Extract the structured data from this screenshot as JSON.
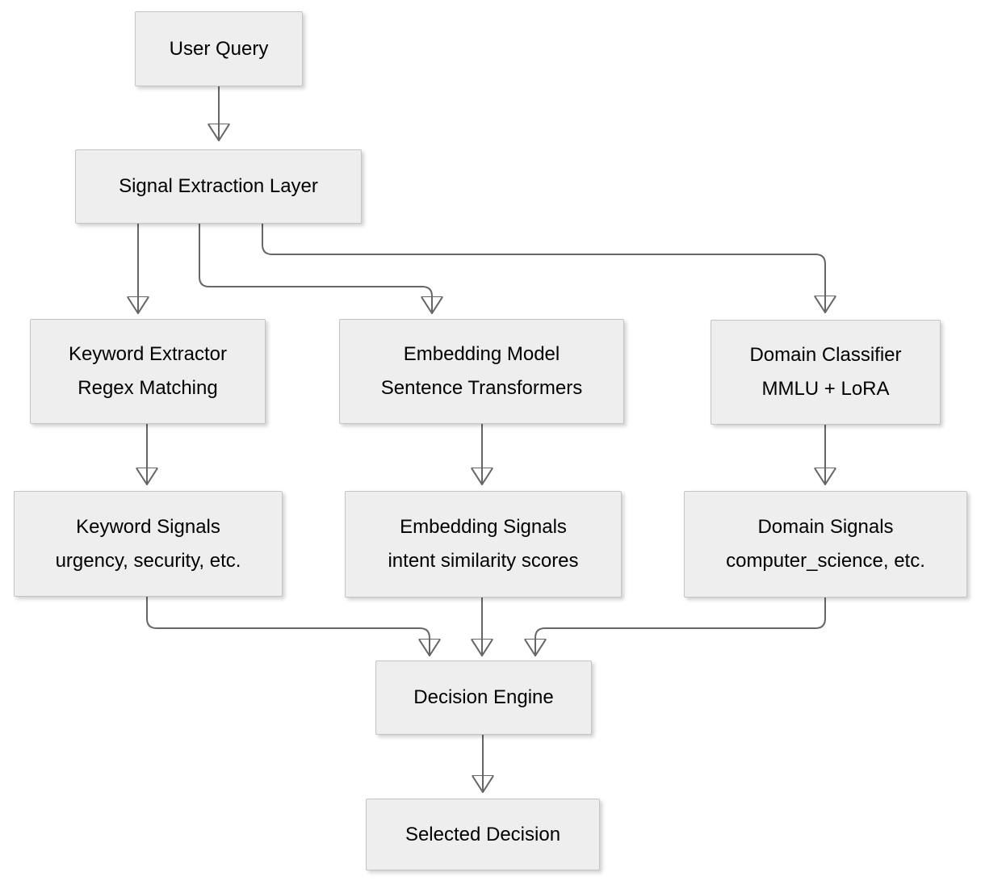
{
  "diagram": {
    "type": "flowchart",
    "direction": "top-down",
    "nodes": {
      "user_query": {
        "title": "User Query"
      },
      "signal_extraction": {
        "title": "Signal Extraction Layer"
      },
      "keyword_extractor": {
        "title": "Keyword Extractor",
        "subtitle": "Regex Matching"
      },
      "embedding_model": {
        "title": "Embedding Model",
        "subtitle": "Sentence Transformers"
      },
      "domain_classifier": {
        "title": "Domain Classifier",
        "subtitle": "MMLU + LoRA"
      },
      "keyword_signals": {
        "title": "Keyword Signals",
        "subtitle": "urgency, security, etc."
      },
      "embedding_signals": {
        "title": "Embedding Signals",
        "subtitle": "intent similarity scores"
      },
      "domain_signals": {
        "title": "Domain Signals",
        "subtitle": "computer_science, etc."
      },
      "decision_engine": {
        "title": "Decision Engine"
      },
      "selected_decision": {
        "title": "Selected Decision"
      }
    },
    "edges": [
      {
        "from": "user_query",
        "to": "signal_extraction"
      },
      {
        "from": "signal_extraction",
        "to": "keyword_extractor"
      },
      {
        "from": "signal_extraction",
        "to": "embedding_model"
      },
      {
        "from": "signal_extraction",
        "to": "domain_classifier"
      },
      {
        "from": "keyword_extractor",
        "to": "keyword_signals"
      },
      {
        "from": "embedding_model",
        "to": "embedding_signals"
      },
      {
        "from": "domain_classifier",
        "to": "domain_signals"
      },
      {
        "from": "keyword_signals",
        "to": "decision_engine"
      },
      {
        "from": "embedding_signals",
        "to": "decision_engine"
      },
      {
        "from": "domain_signals",
        "to": "decision_engine"
      },
      {
        "from": "decision_engine",
        "to": "selected_decision"
      }
    ],
    "colors": {
      "background": "#ffffff",
      "node_fill": "#eeeeee",
      "node_border": "#c4c4c4",
      "edge": "#666666",
      "text": "#000000"
    }
  }
}
